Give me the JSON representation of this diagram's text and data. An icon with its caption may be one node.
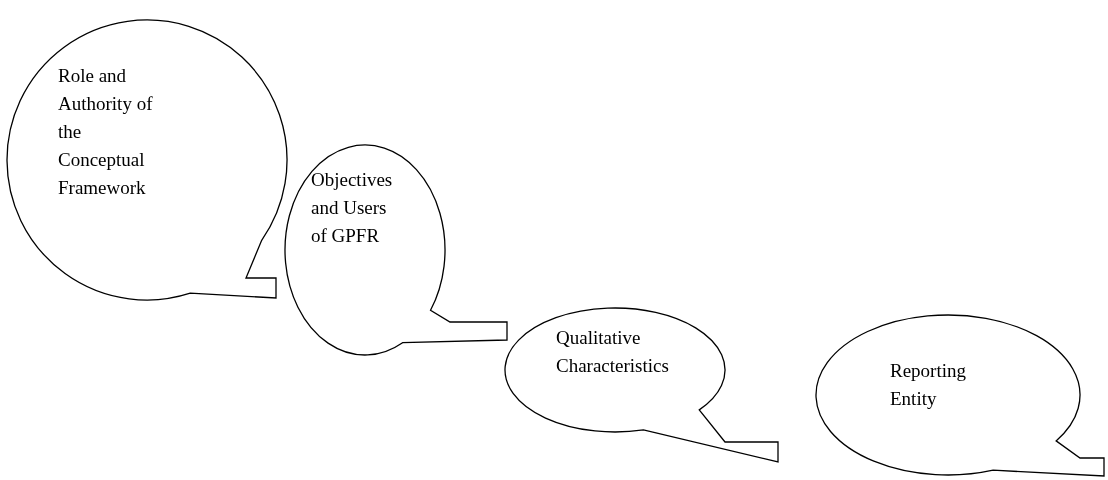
{
  "diagram": {
    "nodes": [
      {
        "text": [
          "Role and Authority of the Conceptual Framework"
        ]
      },
      {
        "text": [
          "Objectives and Users of GPFR"
        ]
      },
      {
        "text": [
          "Qualitative Characteristics"
        ]
      },
      {
        "text": [
          "Reporting Entity"
        ]
      }
    ]
  }
}
